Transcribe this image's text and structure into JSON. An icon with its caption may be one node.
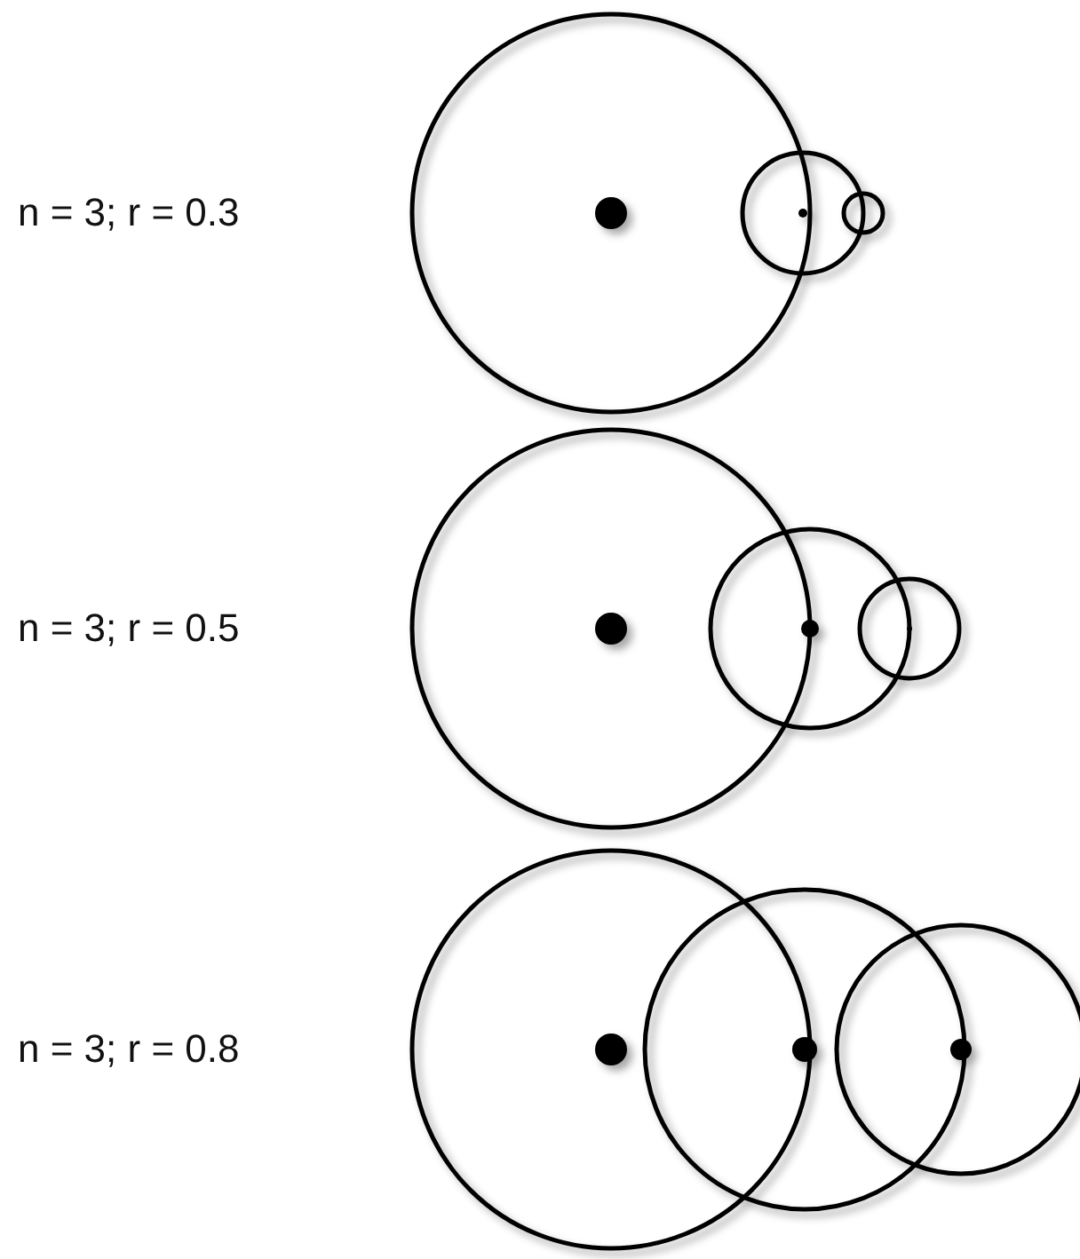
{
  "diagram": {
    "labels": [
      "n = 3; r = 0.3",
      "n = 3; r = 0.5",
      "n = 3; r = 0.8"
    ]
  }
}
